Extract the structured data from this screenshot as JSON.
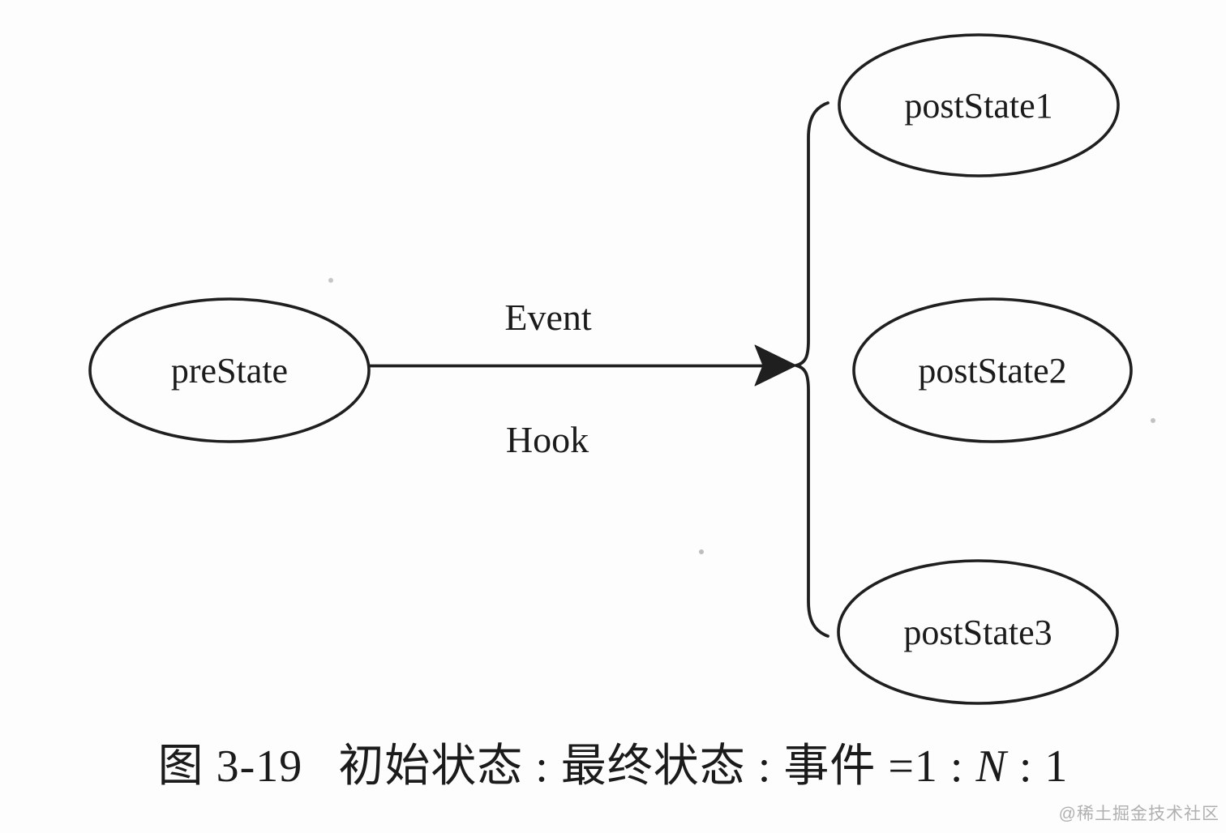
{
  "diagram": {
    "nodes": {
      "preState": {
        "label": "preState"
      },
      "postState1": {
        "label": "postState1"
      },
      "postState2": {
        "label": "postState2"
      },
      "postState3": {
        "label": "postState3"
      }
    },
    "edge": {
      "event_label": "Event",
      "hook_label": "Hook"
    }
  },
  "caption": {
    "figure_number": "图 3-19",
    "text_before_n": "初始状态 : 最终状态 : 事件 =1 : ",
    "n_variable": "N",
    "text_after_n": " : 1"
  },
  "watermark": {
    "text": "@稀土掘金技术社区"
  },
  "colors": {
    "ink": "#1f1f1f",
    "background": "#fdfdfd",
    "watermark": "#b0b0b0"
  }
}
